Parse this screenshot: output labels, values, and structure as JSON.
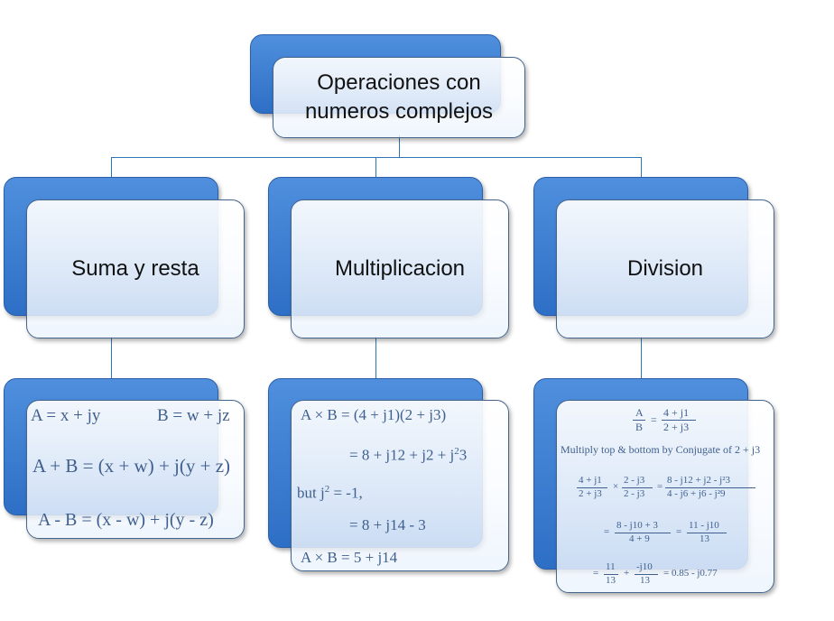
{
  "root": {
    "line1": "Operaciones  con",
    "line2": "numeros complejos"
  },
  "categories": {
    "suma": "Suma y resta",
    "mult": "Multiplicacion",
    "div": "Division"
  },
  "suma_formulas": {
    "a_def": "A = x + jy",
    "b_def": "B = w + jz",
    "sum": "A + B = (x + w) + j(y + z)",
    "diff": "A - B = (x - w) + j(y - z)"
  },
  "mult_formulas": {
    "l1": "A × B = (4 + j1)(2 + j3)",
    "l2_pre": "= 8 + j12 + j2 + j",
    "l2_sup": "2",
    "l2_post": "3",
    "l3_pre": "but  j",
    "l3_sup": "2",
    "l3_post": " = -1,",
    "l4": "= 8 + j14 - 3",
    "l5": "A × B = 5 + j14"
  },
  "div_formulas": {
    "ab_num": "A",
    "ab_den": "B",
    "ab_eq": "=",
    "ab_rnum": "4 + j1",
    "ab_rden": "2 + j3",
    "multiply_note": "Multiply top & bottom by Conjugate of 2 + j3",
    "s1_n1": "4 + j1",
    "s1_d1": "2 + j3",
    "s1_times": "×",
    "s1_n2": "2 - j3",
    "s1_d2": "2 - j3",
    "s1_eq": "=",
    "s1_n3": "8 - j12 + j2 - j²3",
    "s1_d3": "4 - j6 + j6 - j²9",
    "s2_eq1": "=",
    "s2_n1": "8 - j10 + 3",
    "s2_d1": "4 + 9",
    "s2_eq2": "=",
    "s2_n2": "11 - j10",
    "s2_d2": "13",
    "s3_eq1": "=",
    "s3_n1": "11",
    "s3_d1": "13",
    "s3_plus": "+",
    "s3_n2": "-j10",
    "s3_d2": "13",
    "s3_result": "= 0.85 - j0.77"
  },
  "colors": {
    "box_blue": "#3f7fd4",
    "connector": "#2e75b6",
    "card_border": "#45658c",
    "formula_text": "#3f5f8f"
  }
}
